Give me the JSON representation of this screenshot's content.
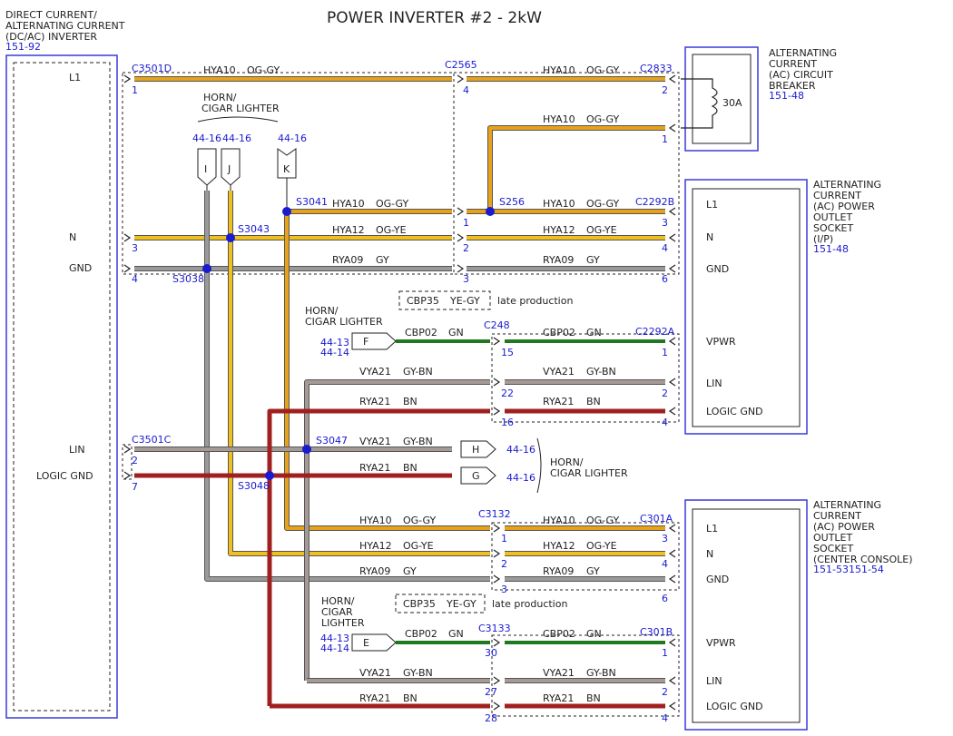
{
  "title": "POWER INVERTER #2 - 2kW",
  "inverter": {
    "name_lines": [
      "DIRECT CURRENT/",
      "ALTERNATING CURRENT",
      "(DC/AC) INVERTER"
    ],
    "ref": "151-92",
    "pins": [
      "L1",
      "N",
      "GND",
      "LIN",
      "LOGIC GND"
    ]
  },
  "breaker": {
    "name_lines": [
      "ALTERNATING",
      "CURRENT",
      "(AC) CIRCUIT",
      "BREAKER"
    ],
    "ref": "151-48",
    "rating": "30A"
  },
  "socket_ip": {
    "name_lines": [
      "ALTERNATING",
      "CURRENT",
      "(AC) POWER",
      "OUTLET",
      "SOCKET",
      "(I/P)"
    ],
    "ref": "151-48",
    "pins": [
      "L1",
      "N",
      "GND",
      "VPWR",
      "LIN",
      "LOGIC GND"
    ]
  },
  "socket_cc": {
    "name_lines": [
      "ALTERNATING",
      "CURRENT",
      "(AC) POWER",
      "OUTLET",
      "SOCKET",
      "(CENTER CONSOLE)"
    ],
    "ref": "151-53151-54",
    "pins": [
      "L1",
      "N",
      "GND",
      "VPWR",
      "LIN",
      "LOGIC GND"
    ]
  },
  "connectors": {
    "c3501d": "C3501D",
    "c3501c": "C3501C",
    "c2565": "C2565",
    "c2833": "C2833",
    "c2292b": "C2292B",
    "c2292a": "C2292A",
    "c248": "C248",
    "c3132": "C3132",
    "c3133": "C3133",
    "c301a": "C301A",
    "c301b": "C301B"
  },
  "splices": {
    "s3041": "S3041",
    "s3043": "S3043",
    "s3038": "S3038",
    "s256": "S256",
    "s3047": "S3047",
    "s3048": "S3048"
  },
  "pins": {
    "p1": "1",
    "p2": "2",
    "p3": "3",
    "p4": "4",
    "p6": "6",
    "p7": "7",
    "p15": "15",
    "p16": "16",
    "p22": "22",
    "p27": "27",
    "p28": "28",
    "p30": "30"
  },
  "circuits": {
    "hya10": "HYA10",
    "hya12": "HYA12",
    "rya09": "RYA09",
    "cbp02": "CBP02",
    "cbp35": "CBP35",
    "vya21": "VYA21",
    "rya21": "RYA21"
  },
  "colors_codes": {
    "og_gy": "OG-GY",
    "og_ye": "OG-YE",
    "gy": "GY",
    "gn": "GN",
    "ye_gy": "YE-GY",
    "gy_bn": "GY-BN",
    "bn": "BN"
  },
  "late_production": "late production",
  "horn_label_1": [
    "HORN/",
    "CIGAR LIGHTER"
  ],
  "horn_label_2": [
    "HORN/",
    "CIGAR LIGHTER"
  ],
  "horn_label_3": [
    "HORN/",
    "CIGAR LIGHTER"
  ],
  "horn_label_4": [
    "HORN/",
    "CIGAR",
    "LIGHTER"
  ],
  "flags": {
    "i": "I",
    "j": "J",
    "k": "K",
    "f": "F",
    "h": "H",
    "g": "G",
    "e": "E"
  },
  "refs": {
    "r4416": "44-16",
    "r4413": "44-13",
    "r4414": "44-14"
  },
  "wire_colors": {
    "orange": "#e8a21a",
    "yellow": "#f0c020",
    "gray": "#8a8a8a",
    "green": "#1f7a1f",
    "graybrown": "#a08a80",
    "red": "#a02020",
    "blue": "#1a1ad0"
  }
}
